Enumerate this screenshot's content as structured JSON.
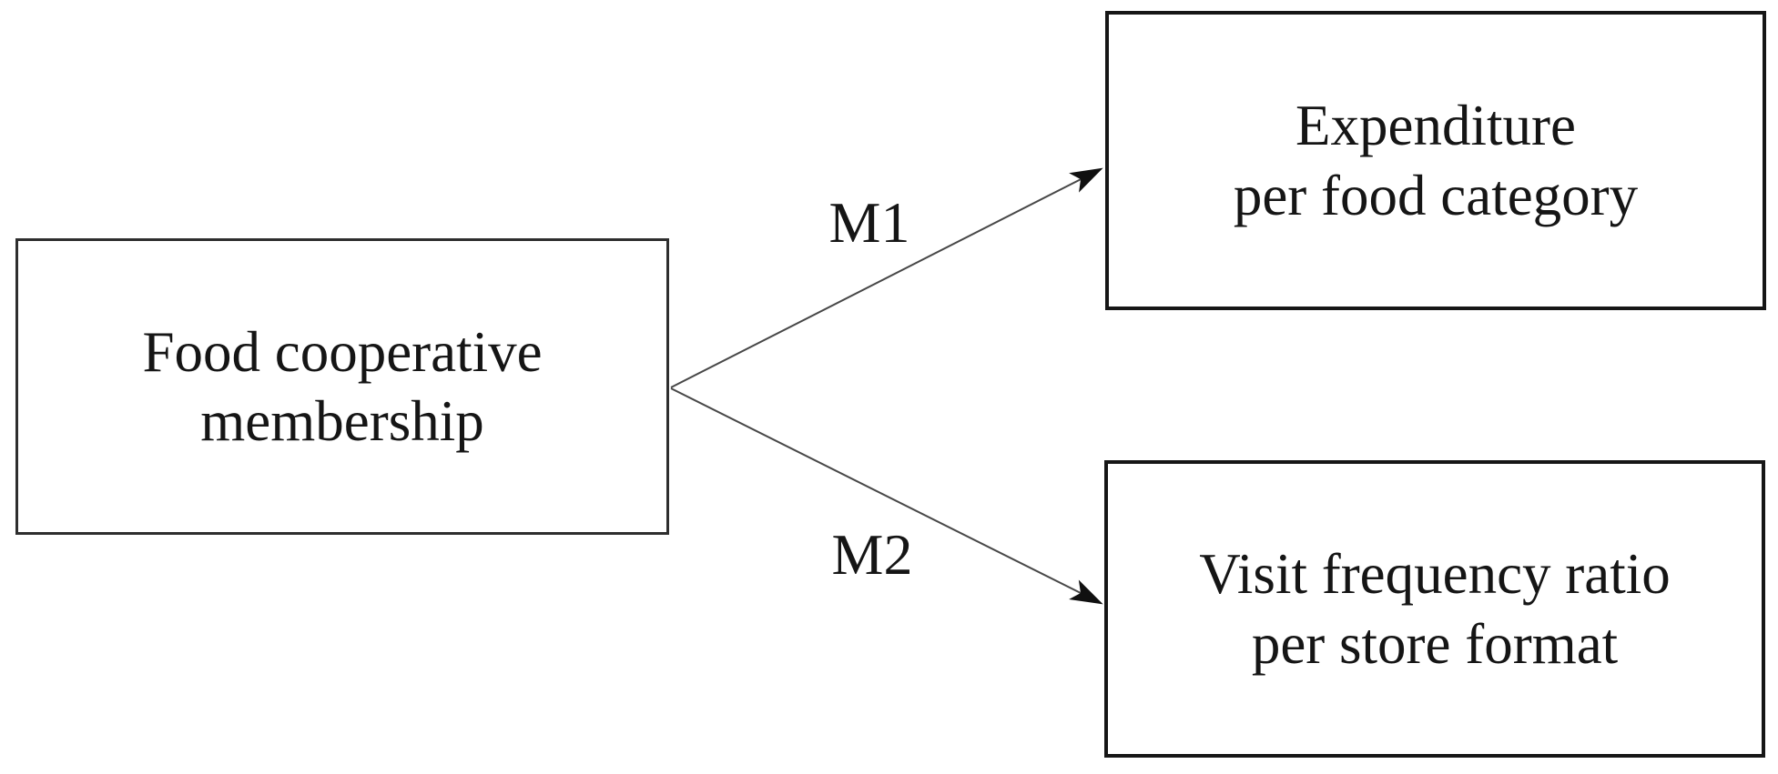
{
  "figure": {
    "type": "path-diagram",
    "background_color": "#ffffff",
    "box_border_color": "#1f1f1f",
    "arrow_line_color": "#474747",
    "arrowhead_color": "#101010",
    "text_color": "#151515",
    "nodes": {
      "membership": {
        "line1": "Food cooperative",
        "line2": "membership"
      },
      "expenditure": {
        "line1": "Expenditure",
        "line2": "per food category"
      },
      "visits": {
        "line1": "Visit frequency ratio",
        "line2": "per store format"
      }
    },
    "edges": {
      "m1": {
        "label": "M1",
        "from": "membership",
        "to": "expenditure"
      },
      "m2": {
        "label": "M2",
        "from": "membership",
        "to": "visits"
      }
    }
  }
}
